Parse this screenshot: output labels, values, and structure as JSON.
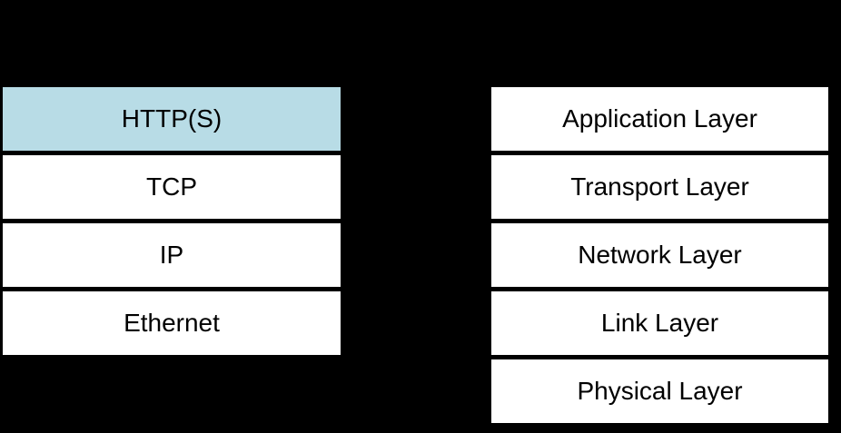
{
  "diagram": {
    "background_color": "#000000",
    "box_fill_color": "#ffffff",
    "highlight_fill_color": "#b8dce6",
    "text_color": "#000000"
  },
  "protocol_stack": {
    "items": [
      {
        "label": "HTTP(S)",
        "highlighted": true
      },
      {
        "label": "TCP",
        "highlighted": false
      },
      {
        "label": "IP",
        "highlighted": false
      },
      {
        "label": "Ethernet",
        "highlighted": false
      }
    ]
  },
  "layer_stack": {
    "items": [
      {
        "label": "Application Layer"
      },
      {
        "label": "Transport Layer"
      },
      {
        "label": "Network Layer"
      },
      {
        "label": "Link Layer"
      },
      {
        "label": "Physical Layer"
      }
    ]
  }
}
